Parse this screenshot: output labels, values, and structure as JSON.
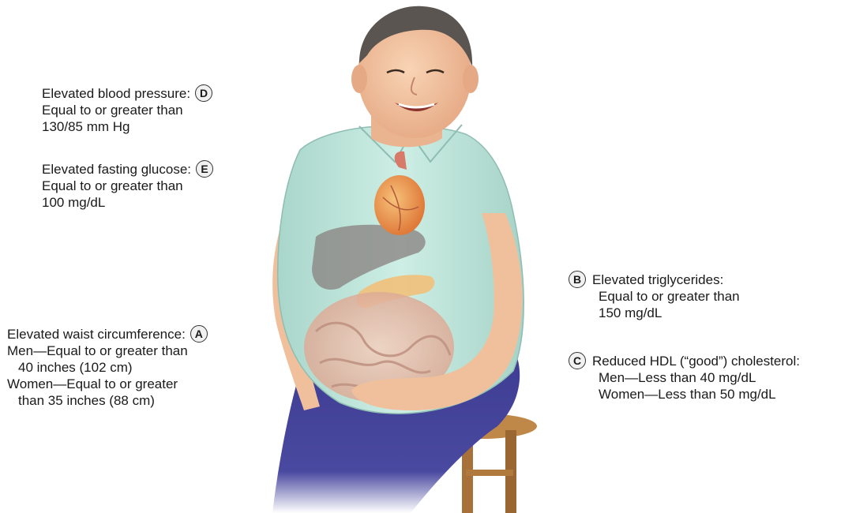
{
  "figure": {
    "subject": "seated-man-illustration",
    "colors": {
      "shirt": "#bfe3d8",
      "pants": "#3b3a8f",
      "skin": "#f2c4a0",
      "hair": "#5a5550",
      "stool": "#b07a3c",
      "heart": "#e89a4a",
      "liver": "#8c8a88",
      "intestines": "#e6b8a0"
    }
  },
  "callouts": {
    "D": {
      "letter": "D",
      "title": "Elevated blood pressure:",
      "lines": [
        "Equal to or greater than",
        "130/85 mm Hg"
      ]
    },
    "E": {
      "letter": "E",
      "title": "Elevated fasting glucose:",
      "lines": [
        "Equal to or greater than",
        "100 mg/dL"
      ]
    },
    "A": {
      "letter": "A",
      "title": "Elevated waist circumference:",
      "lines": [
        "Men—Equal to or greater than",
        "40 inches (102 cm)",
        "Women—Equal to or greater",
        "than 35 inches (88 cm)"
      ]
    },
    "B": {
      "letter": "B",
      "title": "Elevated triglycerides:",
      "lines": [
        "Equal to or greater than",
        "150 mg/dL"
      ]
    },
    "C": {
      "letter": "C",
      "title": "Reduced HDL (“good”) cholesterol:",
      "lines": [
        "Men—Less than 40 mg/dL",
        "Women—Less than 50 mg/dL"
      ]
    }
  }
}
